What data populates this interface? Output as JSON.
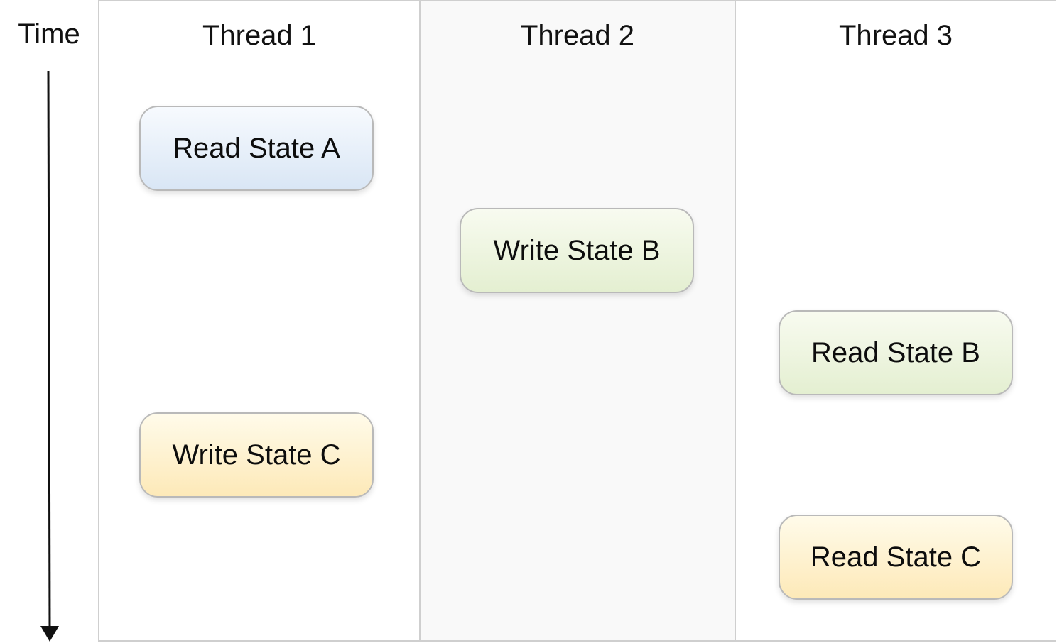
{
  "axis": {
    "label": "Time"
  },
  "threads": [
    {
      "title": "Thread 1"
    },
    {
      "title": "Thread 2"
    },
    {
      "title": "Thread 3"
    }
  ],
  "operations": [
    {
      "label": "Read State A",
      "thread": 1,
      "color": "#d9e6f5"
    },
    {
      "label": "Write State B",
      "thread": 2,
      "color": "#e4efd1"
    },
    {
      "label": "Read State B",
      "thread": 3,
      "color": "#e4efd1"
    },
    {
      "label": "Write State C",
      "thread": 1,
      "color": "#fde9b8"
    },
    {
      "label": "Read State C",
      "thread": 3,
      "color": "#fde9b8"
    }
  ],
  "colors": {
    "border": "#cfcfcf",
    "state_a": "#d9e6f5",
    "state_b": "#e4efd1",
    "state_c": "#fde9b8"
  }
}
